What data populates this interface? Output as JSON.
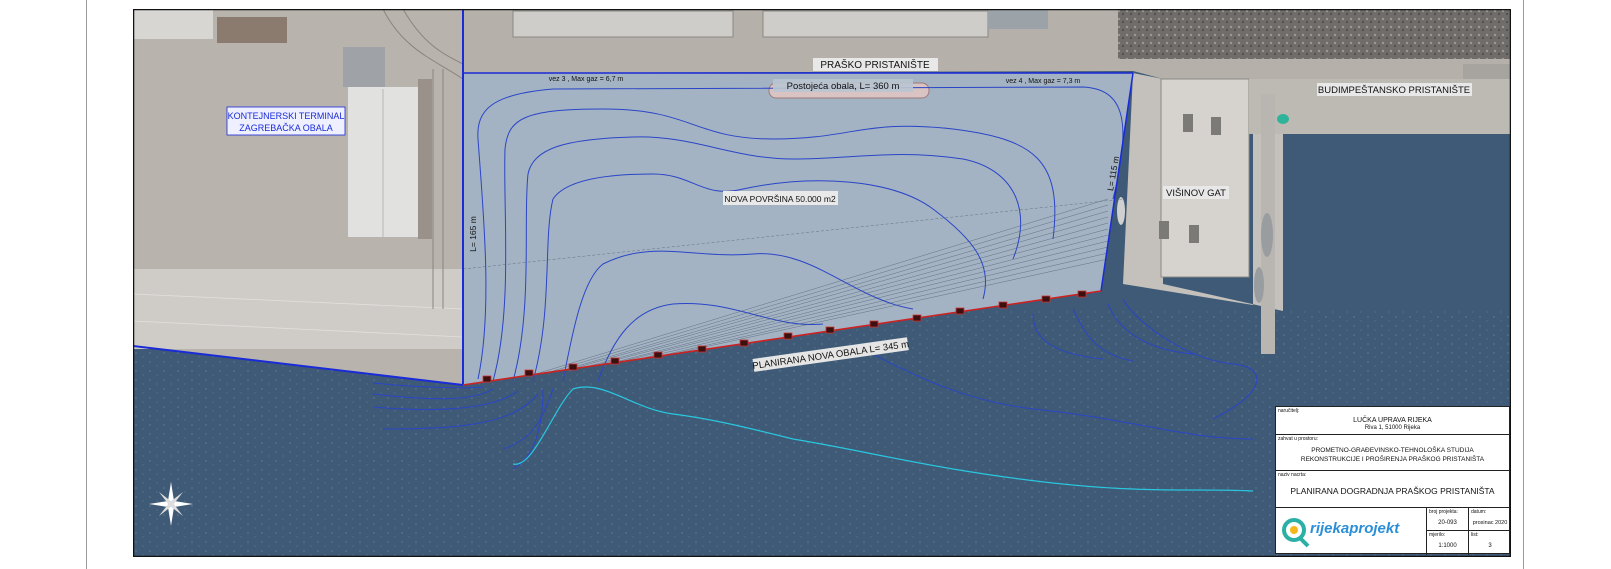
{
  "labels": {
    "prasko": "PRAŠKO PRISTANIŠTE",
    "kontejnerski_1": "KONTEJNERSKI TERMINAL",
    "kontejnerski_2": "ZAGREBAČKA OBALA",
    "budimpestansko": "BUDIMPEŠTANSKO PRISTANIŠTE",
    "visinov_gat": "VIŠINOV GAT",
    "vez3": "vez 3 , Max gaz = 6,7 m",
    "vez4": "vez 4 , Max gaz = 7,3 m",
    "postojeca": "Postojeća obala, L= 360 m",
    "nova_povrsina": "NOVA POVRŠINA 50.000 m2",
    "l165": "L= 165 m",
    "l115": "L= 115 m",
    "planirana": "PLANIRANA NOVA OBALA L= 345 m"
  },
  "title_block": {
    "narucitelj_key": "naručitelj:",
    "narucitelj_1": "LUČKA UPRAVA RIJEKA",
    "narucitelj_2": "Riva 1, 51000 Rijeka",
    "zahvat_key": "zahvat u prostoru:",
    "zahvat_1": "PROMETNO-GRAĐEVINSKO-TEHNOLOŠKA STUDIJA",
    "zahvat_2": "REKONSTRUKCIJE I PROŠIRENJA PRAŠKOG PRISTANIŠTA",
    "naziv_key": "naziv nacrta:",
    "naziv": "PLANIRANA DOGRADNJA PRAŠKOG PRISTANIŠTA",
    "logo_text": "rijekaprojekt",
    "broj_key": "broj projekta:",
    "broj": "20-093",
    "datum_key": "datum:",
    "datum": "prosinac 2020",
    "mjerilo_key": "mjerilo:",
    "mjerilo": "1:1000",
    "list_key": "list:",
    "list": "3"
  },
  "colors": {
    "sea": "#3f5a76",
    "new_area": "#a9b8c7",
    "boundary": "#1a2bd8",
    "contour_blue": "#2a45c8",
    "contour_cyan": "#29c7e0",
    "new_quay": "#cc2222",
    "land": "#b5b0aa"
  },
  "icons": [
    "compass-rose-icon",
    "bollard-icon"
  ]
}
